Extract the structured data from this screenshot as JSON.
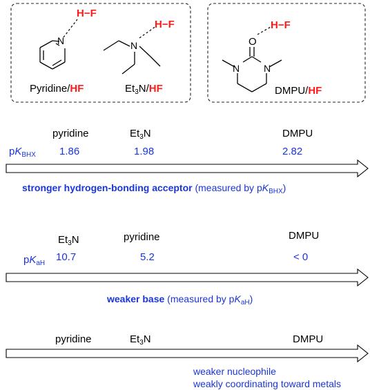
{
  "complexes": {
    "pyridine": {
      "name": "Pyridine",
      "sep": "/",
      "hf": "HF",
      "h": "H",
      "dash": "−",
      "f": "F",
      "n": "N"
    },
    "et3n": {
      "pre": "Et",
      "sub": "3",
      "post": "N",
      "sep": "/",
      "hf": "HF",
      "h": "H",
      "dash": "−",
      "f": "F",
      "n": "N"
    },
    "dmpu": {
      "name": "DMPU",
      "sep": "/",
      "hf": "HF",
      "h": "H",
      "dash": "−",
      "f": "F",
      "o": "O",
      "n1": "N",
      "n2": "N"
    }
  },
  "scale1": {
    "param": {
      "pre": "p",
      "italic": "K",
      "sub": "BHX"
    },
    "labels": {
      "pyridine": "pyridine",
      "et3n_pre": "Et",
      "et3n_sub": "3",
      "et3n_post": "N",
      "dmpu": "DMPU"
    },
    "values": {
      "pyridine": "1.86",
      "et3n": "1.98",
      "dmpu": "2.82"
    },
    "caption": {
      "bold": "stronger hydrogen-bonding acceptor",
      "rest": " (measured by p",
      "italic": "K",
      "sub": "BHX",
      "close": ")"
    }
  },
  "scale2": {
    "param": {
      "pre": "p",
      "italic": "K",
      "sub": "aH"
    },
    "labels": {
      "et3n_pre": "Et",
      "et3n_sub": "3",
      "et3n_post": "N",
      "pyridine": "pyridine",
      "dmpu": "DMPU"
    },
    "values": {
      "et3n": "10.7",
      "pyridine": "5.2",
      "dmpu": "< 0"
    },
    "caption": {
      "bold": "weaker base",
      "rest": " (measured by p",
      "italic": "K",
      "sub": "aH",
      "close": ")"
    }
  },
  "scale3": {
    "labels": {
      "pyridine": "pyridine",
      "et3n_pre": "Et",
      "et3n_sub": "3",
      "et3n_post": "N",
      "dmpu": "DMPU"
    },
    "caption_line1": "weaker nucleophile",
    "caption_line2": "weakly coordinating toward metals"
  },
  "colors": {
    "text": "#000000",
    "blue": "#1a35d8",
    "red": "#ff1a1a"
  }
}
